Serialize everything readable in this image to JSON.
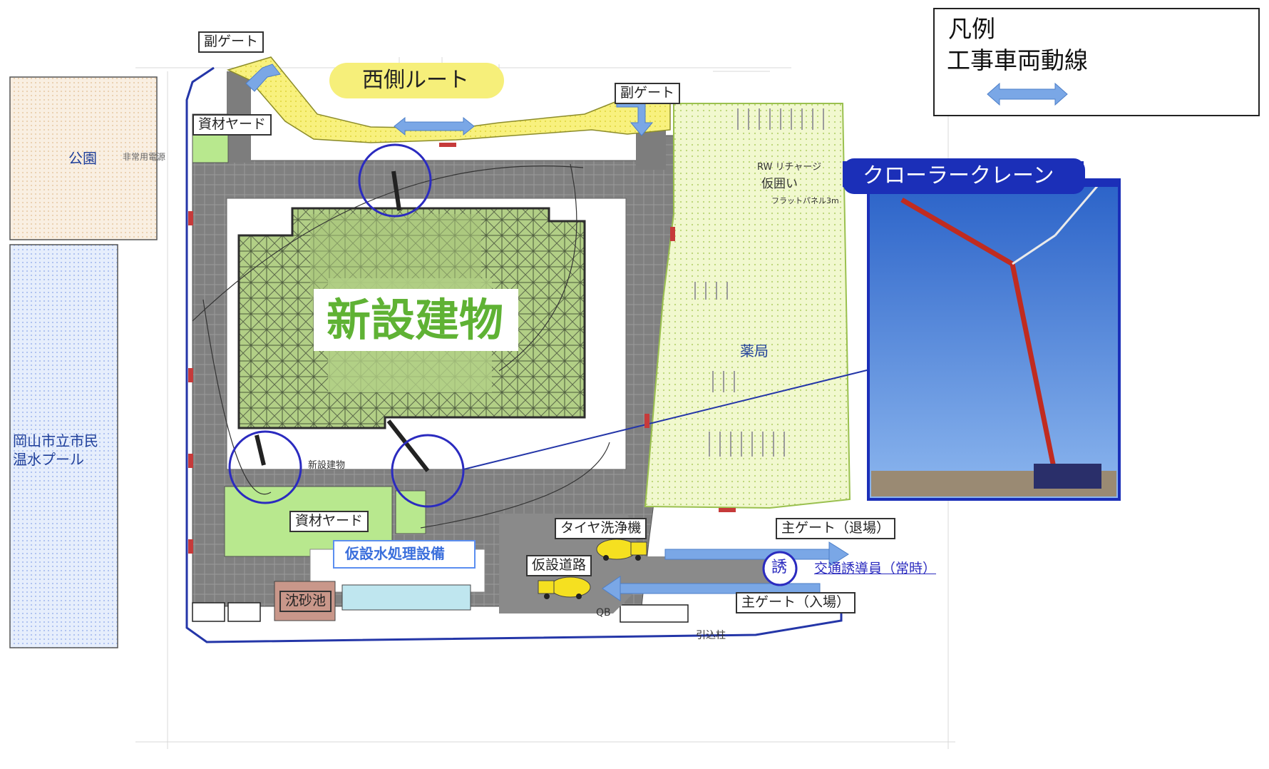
{
  "legend": {
    "title": "凡例",
    "item_label": "工事車両動線"
  },
  "map": {
    "building_label": "新設建物",
    "west_route_label": "西側ルート",
    "park_label": "公園",
    "pool_label_line1": "岡山市立市民",
    "pool_label_line2": "温水プール",
    "pharmacy_label": "薬局",
    "sub_gate_nw_label": "副ゲート",
    "sub_gate_ne_label": "副ゲート",
    "material_yard_north_label": "資材ヤード",
    "material_yard_south_label": "資材ヤード",
    "tire_wash_label": "タイヤ洗浄機",
    "main_gate_exit_label": "主ゲート（退場）",
    "main_gate_entry_label": "主ゲート（入場）",
    "temp_water_label": "仮設水処理設備",
    "temp_road_label": "仮設道路",
    "settling_pond_label": "沈砂池",
    "traffic_guide_label": "交通誘導員（常時）",
    "guide_symbol": "誘",
    "temp_fence_label": "仮囲い",
    "rw_recharge_label": "RW リチャージ",
    "flat_panel_label": "フラットパネル3m",
    "emergency_power_label": "非常用電源",
    "new_building_work_label": "新設建物",
    "pull_in_pole_label": "引込柱",
    "qb_label": "QB"
  },
  "crane_callout": {
    "label": "クローラークレーン"
  },
  "colors": {
    "route_yellow": "#f6ef7a",
    "building_green": "#b6d68a",
    "yard_green": "#b8e88e",
    "pharmacy_green": "#eef7c4",
    "road_gray": "#7a7a7a",
    "callout_blue": "#1b2fb8",
    "arrow_blue": "#7aa7e6",
    "park_beige": "#f7ead8",
    "pool_blue": "#dfe9fb"
  }
}
